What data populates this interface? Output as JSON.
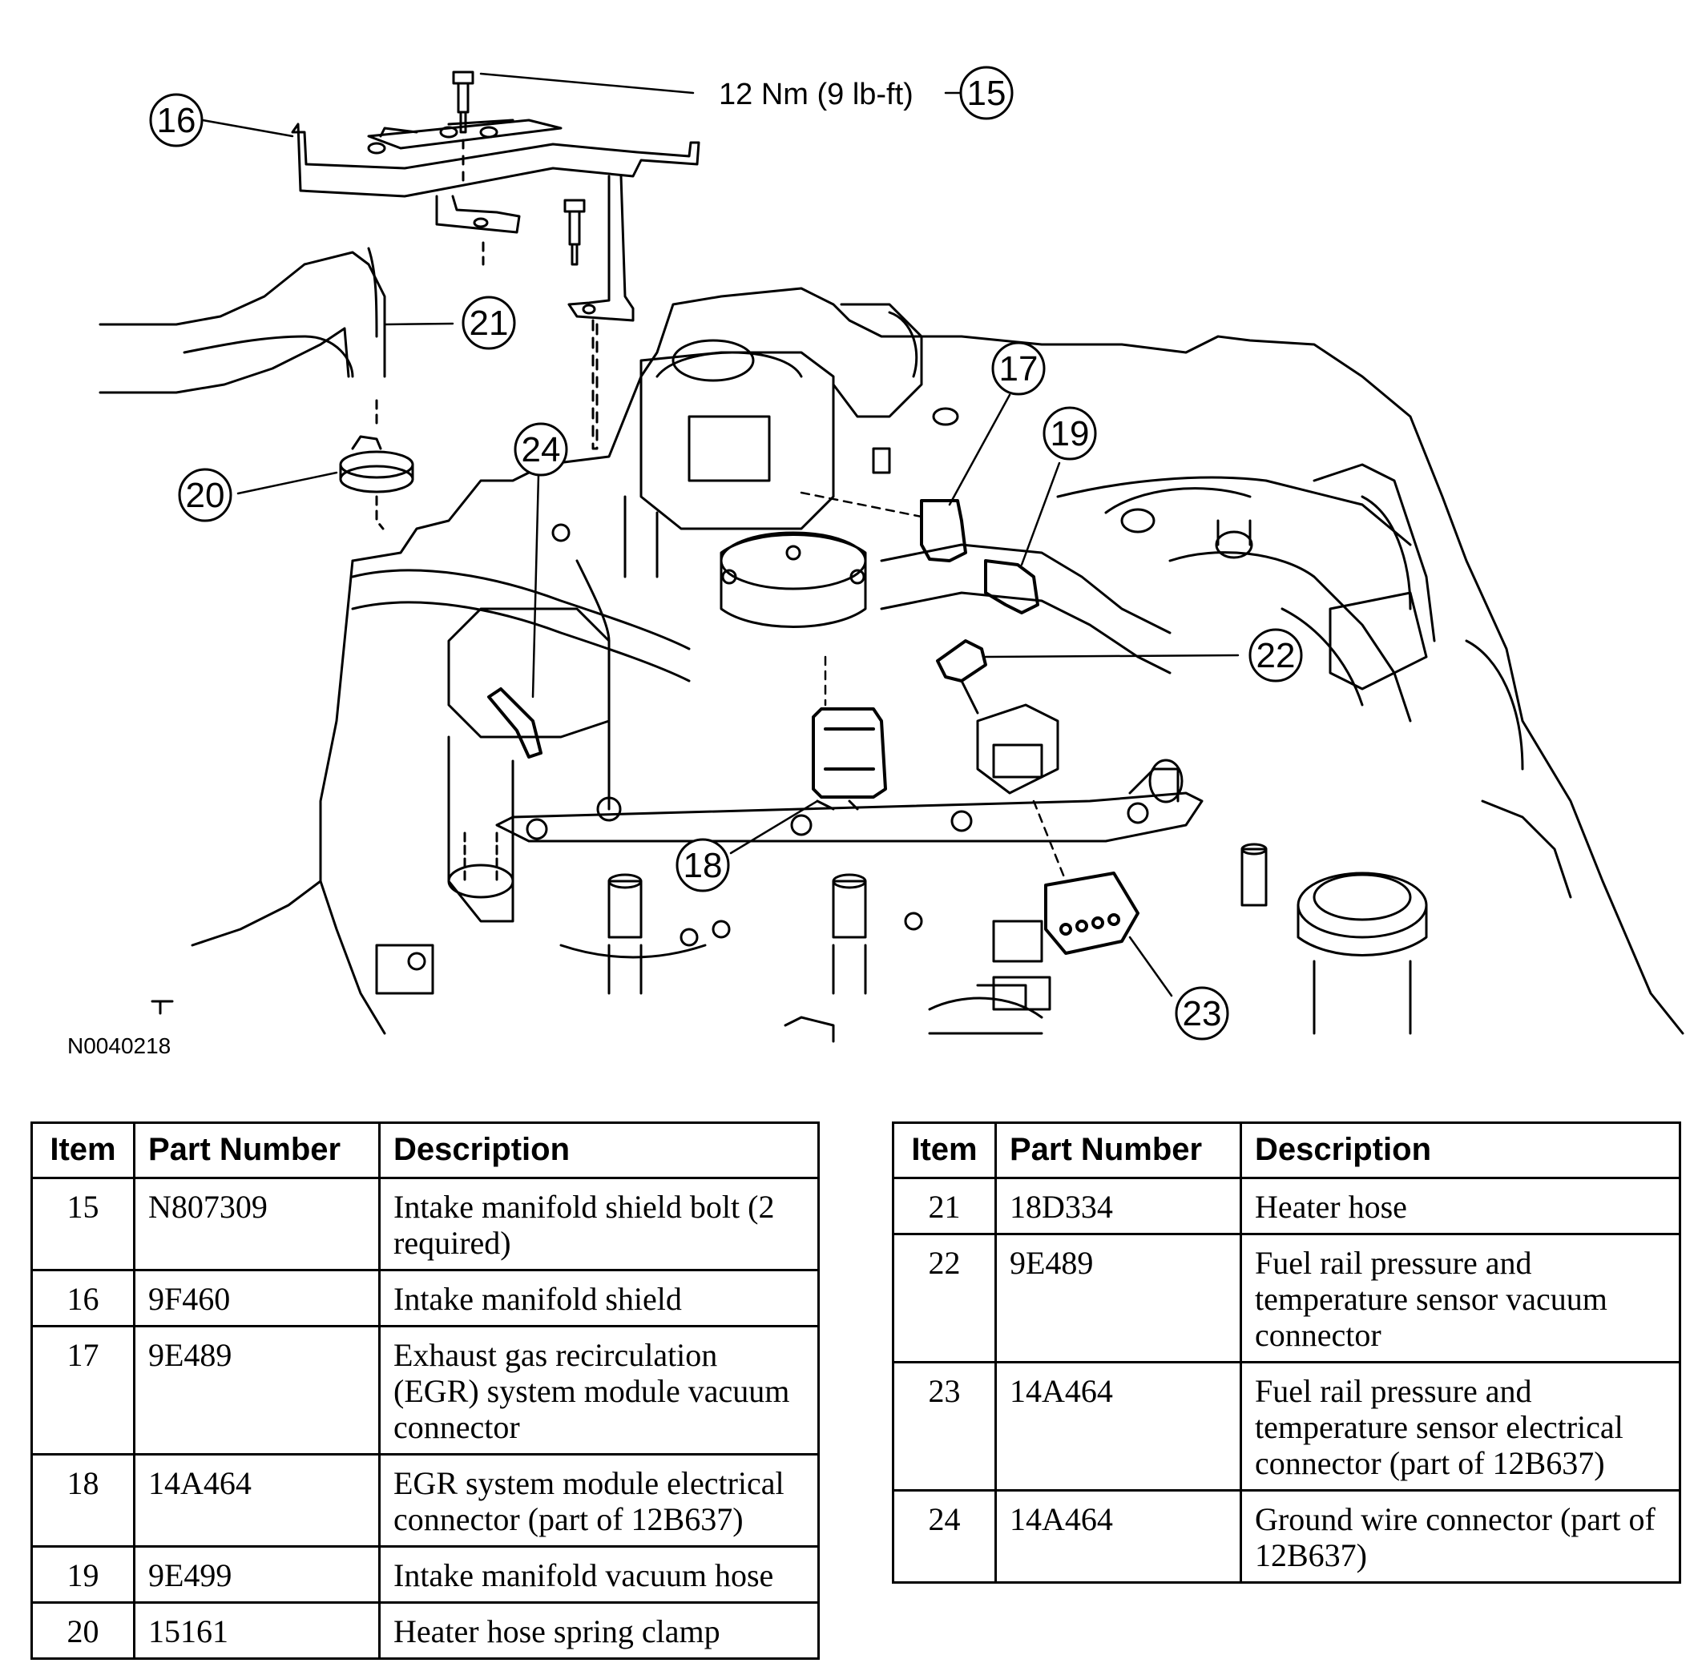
{
  "figure": {
    "figure_id": "N0040218",
    "torque_spec": "12 Nm (9 lb-ft)",
    "callouts": [
      "15",
      "16",
      "17",
      "18",
      "19",
      "20",
      "21",
      "22",
      "23",
      "24"
    ]
  },
  "table_headers": {
    "item": "Item",
    "part_number": "Part Number",
    "description": "Description"
  },
  "table_left": [
    {
      "item": "15",
      "part_number": "N807309",
      "description": "Intake manifold shield bolt (2 required)"
    },
    {
      "item": "16",
      "part_number": "9F460",
      "description": "Intake manifold shield"
    },
    {
      "item": "17",
      "part_number": "9E489",
      "description": "Exhaust gas recirculation (EGR) system module vacuum connector"
    },
    {
      "item": "18",
      "part_number": "14A464",
      "description": "EGR system module electrical connector (part of 12B637)"
    },
    {
      "item": "19",
      "part_number": "9E499",
      "description": "Intake manifold vacuum hose"
    },
    {
      "item": "20",
      "part_number": "15161",
      "description": "Heater hose spring clamp"
    }
  ],
  "table_right": [
    {
      "item": "21",
      "part_number": "18D334",
      "description": "Heater hose"
    },
    {
      "item": "22",
      "part_number": "9E489",
      "description": "Fuel rail pressure and temperature sensor vacuum connector"
    },
    {
      "item": "23",
      "part_number": "14A464",
      "description": "Fuel rail pressure and temperature sensor electrical connector (part of 12B637)"
    },
    {
      "item": "24",
      "part_number": "14A464",
      "description": "Ground wire connector (part of 12B637)"
    }
  ]
}
